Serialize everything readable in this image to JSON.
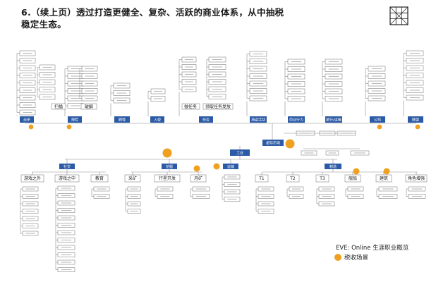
{
  "title_line1": "6.（续上页）透过打造更健全、复杂、活跃的商业体系，从中抽税",
  "title_line2": "稳定生态。",
  "legend_caption": "EVE: Online 生涯职业概览",
  "legend_item": "税收场景",
  "colors": {
    "header": "#2b5aa6",
    "tax": "#f0a020",
    "line": "#8a8a8a",
    "box": "#ffffff"
  },
  "top_categories": [
    "击杀",
    "探险",
    "刷怪",
    "入侵",
    "任务",
    "海盗活动",
    "商业行为",
    "旅行/运输",
    "公司",
    "联盟"
  ],
  "hub_label": "星际市场",
  "industry_label": "工业",
  "sub_categories": [
    "社交",
    "挖掘",
    "运输",
    "制造"
  ],
  "mid_labels": [
    "游戏之外",
    "游戏之中",
    "教育",
    "采矿",
    "行星开发",
    "月矿",
    "T1",
    "T2",
    "T3",
    "舰船",
    "建筑",
    "角色增强"
  ],
  "explore_sub": [
    "扫描",
    "破解"
  ],
  "mission_sub": [
    "做任务",
    "领取任务发放"
  ]
}
